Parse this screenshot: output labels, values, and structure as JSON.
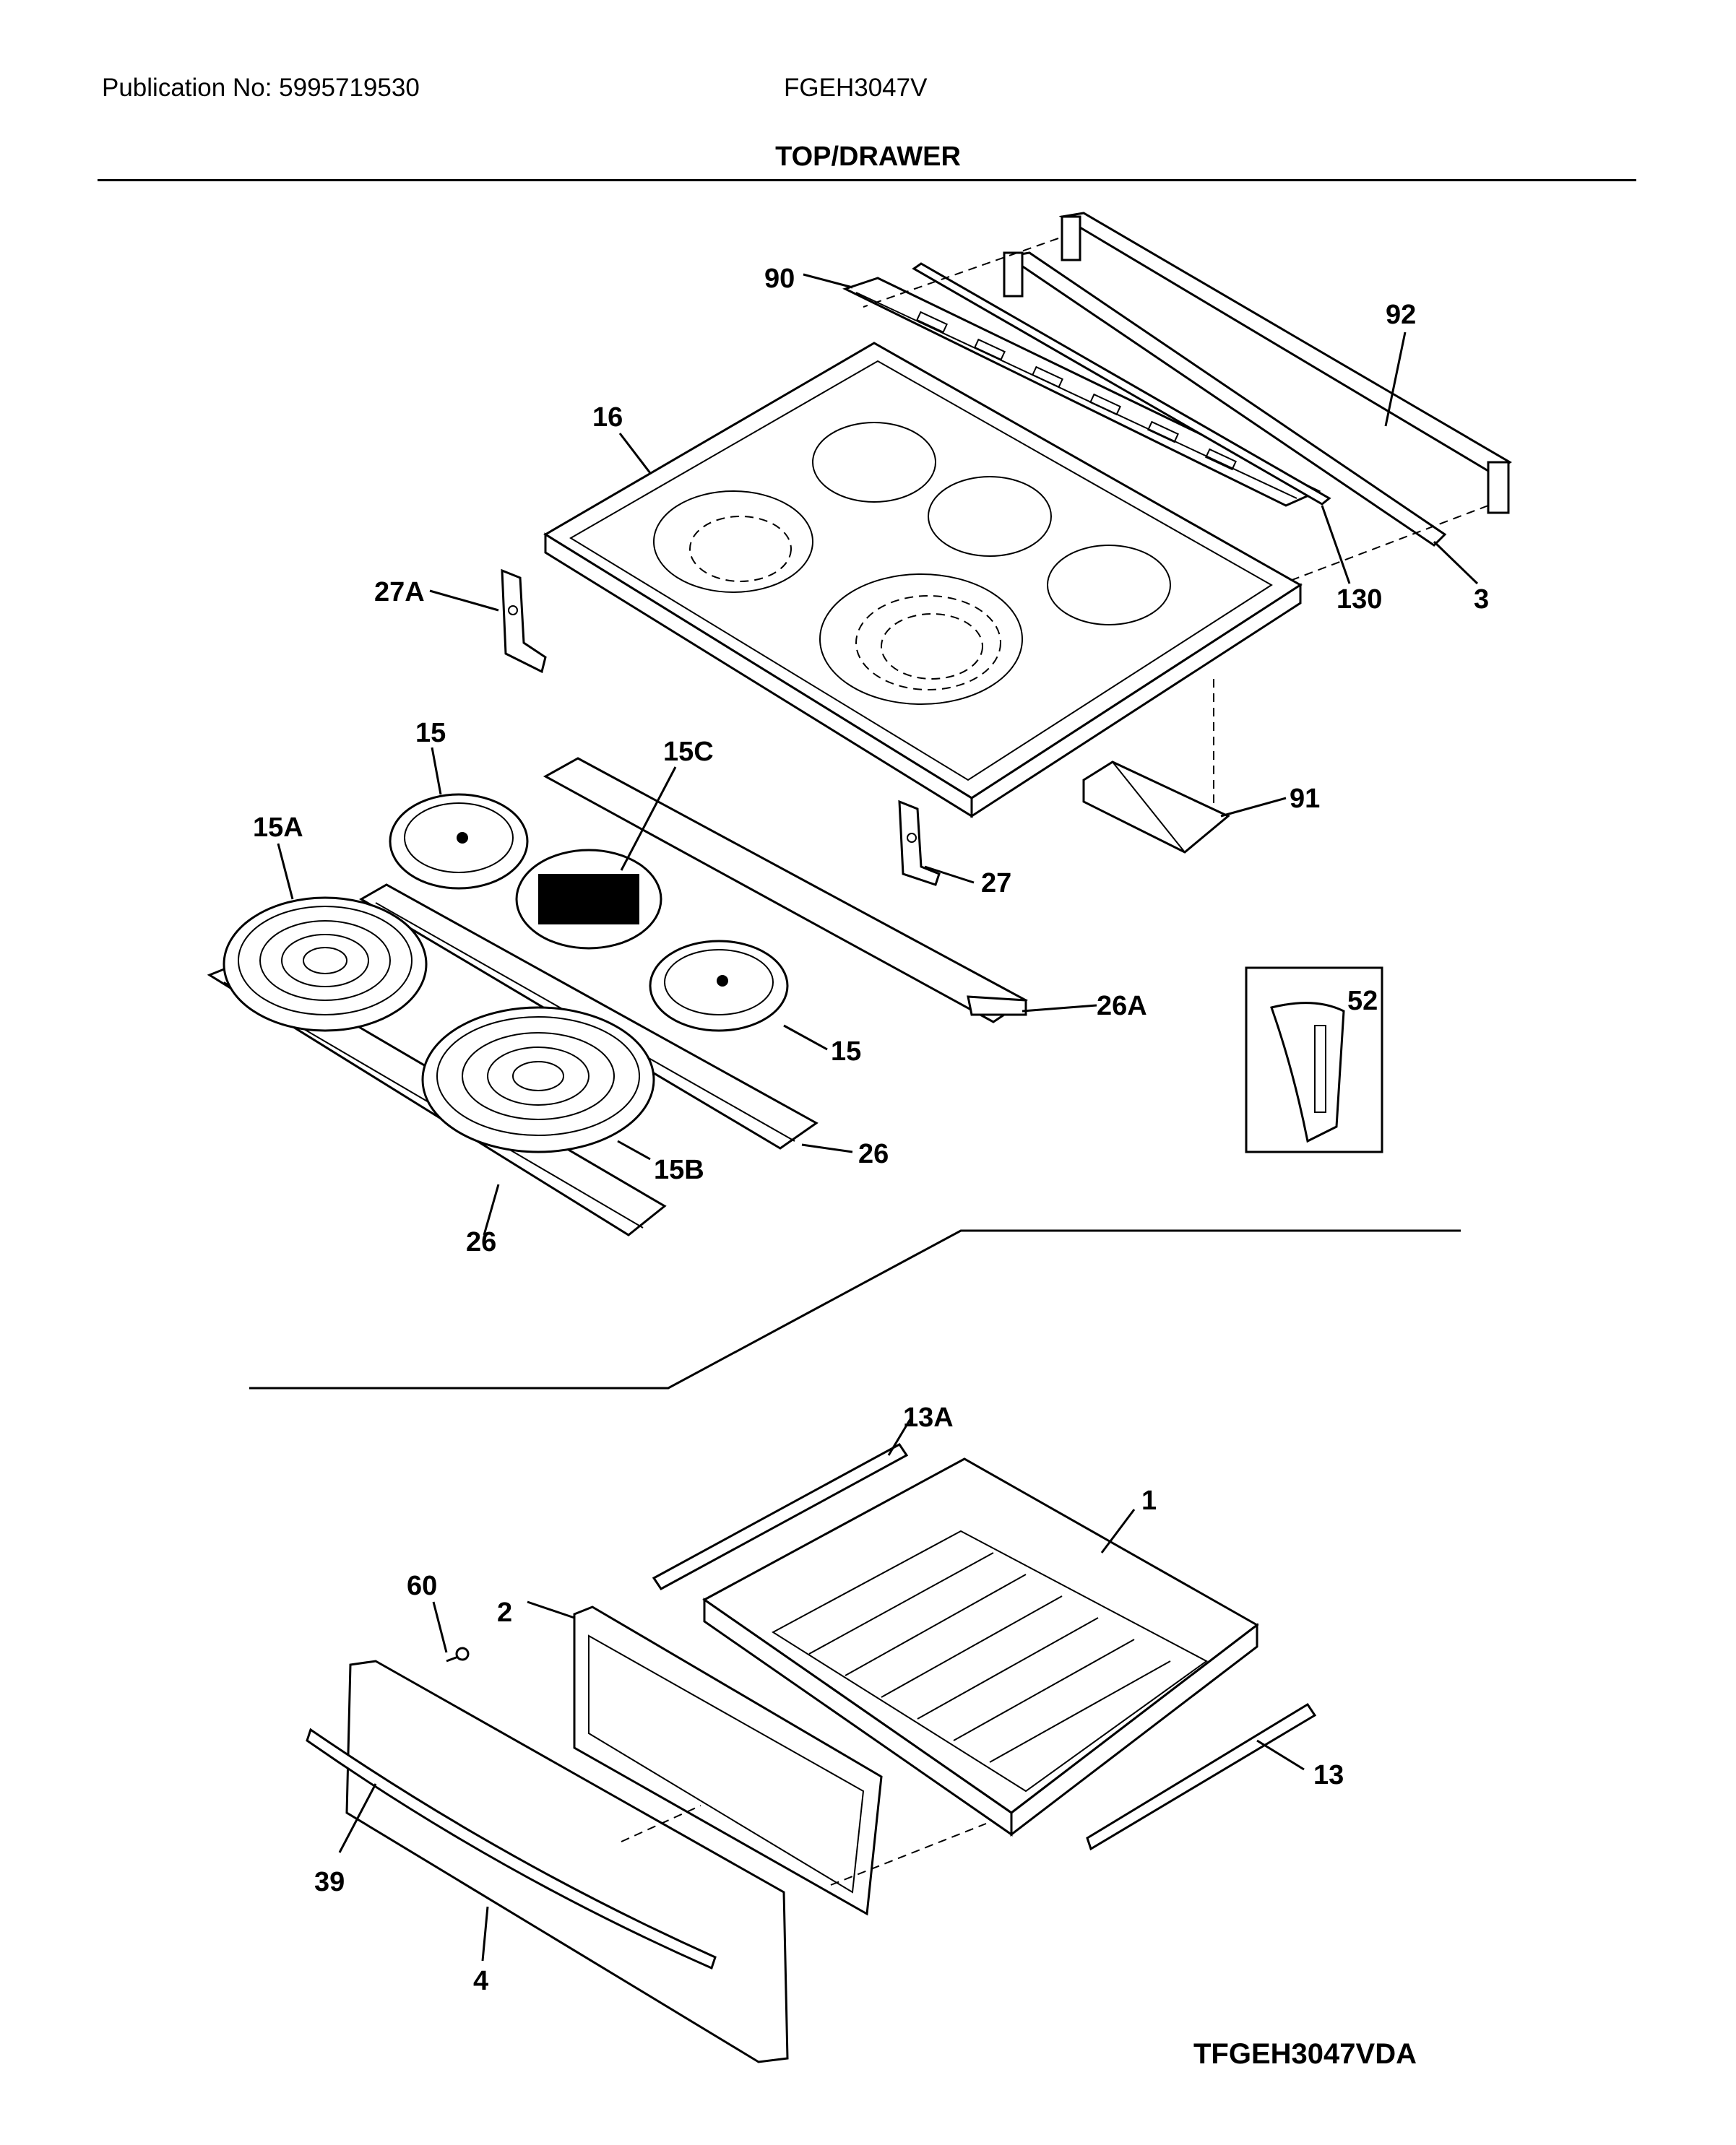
{
  "header": {
    "publication": "Publication No: 5995719530",
    "model": "FGEH3047V",
    "section_title": "TOP/DRAWER"
  },
  "footer": {
    "diagram_code": "TFGEH3047VDA"
  },
  "callouts": [
    "90",
    "92",
    "16",
    "27A",
    "130",
    "3",
    "15",
    "15C",
    "91",
    "15A",
    "27",
    "26A",
    "52",
    "15",
    "15B",
    "26",
    "26",
    "13A",
    "1",
    "60",
    "2",
    "13",
    "39",
    "4"
  ]
}
